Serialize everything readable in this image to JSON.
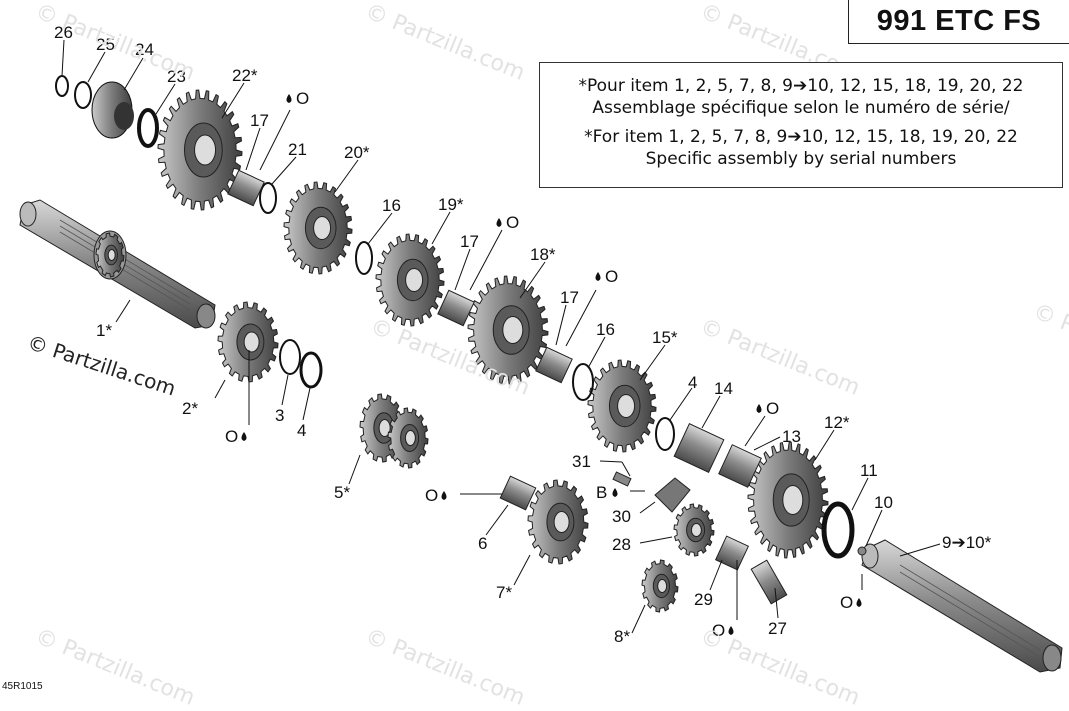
{
  "title": "991 ETC FS",
  "notes": {
    "fr_line1": "*Pour item 1, 2, 5, 7, 8, 9➔10, 12, 15, 18, 19, 20, 22",
    "fr_line2": "Assemblage spécifique selon le numéro de série/",
    "en_line1": "*For item 1, 2, 5, 7, 8, 9➔10, 12, 15, 18, 19, 20, 22",
    "en_line2": "Specific assembly by serial numbers"
  },
  "copyright": "© Partzilla.com",
  "watermark": "© Partzilla.com",
  "diagram_ref": "45R1015",
  "parts": [
    {
      "id": "26",
      "label": "26"
    },
    {
      "id": "25",
      "label": "25"
    },
    {
      "id": "24",
      "label": "24"
    },
    {
      "id": "23",
      "label": "23"
    },
    {
      "id": "22",
      "label": "22*"
    },
    {
      "id": "21",
      "label": "21"
    },
    {
      "id": "20",
      "label": "20*"
    },
    {
      "id": "19",
      "label": "19*"
    },
    {
      "id": "18",
      "label": "18*"
    },
    {
      "id": "17a",
      "label": "17"
    },
    {
      "id": "17b",
      "label": "17"
    },
    {
      "id": "17c",
      "label": "17"
    },
    {
      "id": "16a",
      "label": "16"
    },
    {
      "id": "16b",
      "label": "16"
    },
    {
      "id": "15",
      "label": "15*"
    },
    {
      "id": "14",
      "label": "14"
    },
    {
      "id": "13",
      "label": "13"
    },
    {
      "id": "12",
      "label": "12*"
    },
    {
      "id": "11",
      "label": "11"
    },
    {
      "id": "10",
      "label": "10"
    },
    {
      "id": "9",
      "label": "9➔10*"
    },
    {
      "id": "8",
      "label": "8*"
    },
    {
      "id": "7",
      "label": "7*"
    },
    {
      "id": "6",
      "label": "6"
    },
    {
      "id": "5",
      "label": "5*"
    },
    {
      "id": "4a",
      "label": "4"
    },
    {
      "id": "4b",
      "label": "4"
    },
    {
      "id": "3",
      "label": "3"
    },
    {
      "id": "2",
      "label": "2*"
    },
    {
      "id": "1",
      "label": "1*"
    },
    {
      "id": "27",
      "label": "27"
    },
    {
      "id": "28",
      "label": "28"
    },
    {
      "id": "29",
      "label": "29"
    },
    {
      "id": "30",
      "label": "30"
    },
    {
      "id": "31",
      "label": "31"
    }
  ],
  "lube_labels": {
    "oil_o": "O",
    "oil_b": "B"
  },
  "colors": {
    "line": "#111111",
    "gear_fill": "#9a9a9a",
    "gear_dark": "#555555",
    "shaft_fill": "#a8a8a8",
    "watermark": "#e2e2e2"
  }
}
